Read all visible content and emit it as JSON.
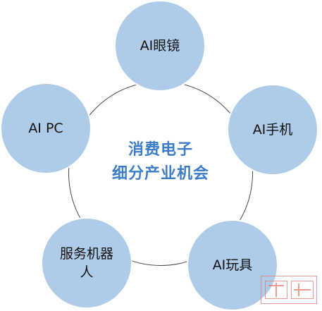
{
  "diagram": {
    "center": {
      "line1": "消费电子",
      "line2": "细分产业机会"
    },
    "nodes": [
      {
        "label": "AI眼镜"
      },
      {
        "label": "AI PC"
      },
      {
        "label": "AI手机"
      },
      {
        "label": "服务机器人"
      },
      {
        "label": "AI玩具"
      }
    ]
  },
  "colors": {
    "node_fill": "#aeccea",
    "center_text": "#3d7cc9",
    "ring": "#4a4a4a",
    "watermark": "#e07a6e"
  },
  "watermark": {
    "text": "楼氪"
  }
}
